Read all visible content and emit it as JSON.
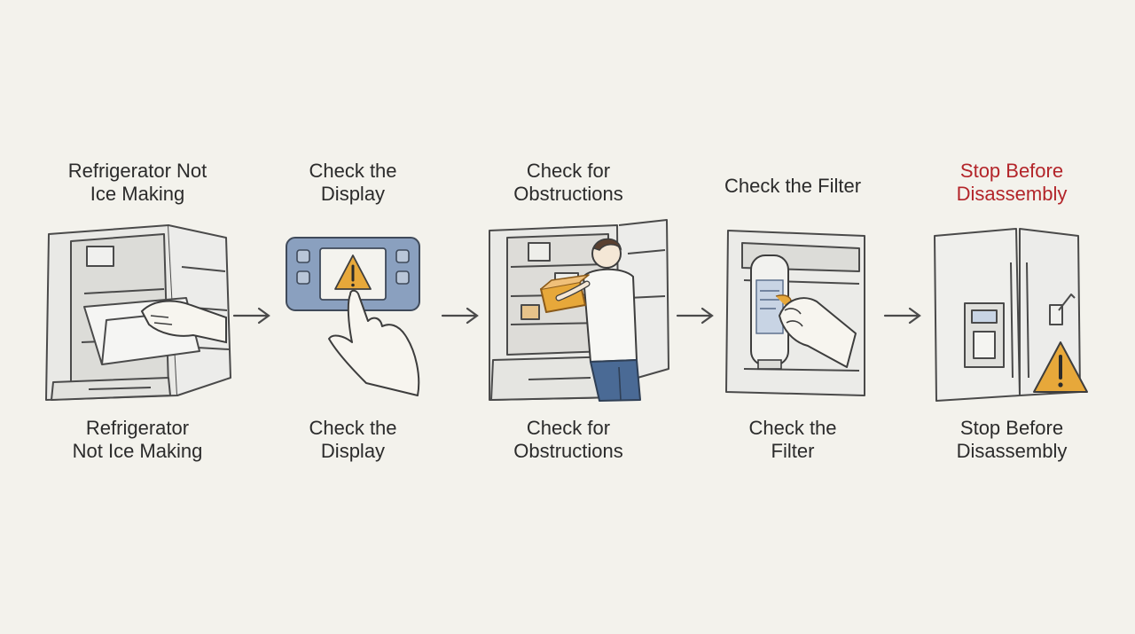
{
  "steps": [
    {
      "title_top": "Refrigerator Not\nIce Making",
      "title_bottom": "Refrigerator\nNot Ice Making"
    },
    {
      "title_top": "Check the\nDisplay",
      "title_bottom": "Check the\nDisplay"
    },
    {
      "title_top": "Check for\nObstructions",
      "title_bottom": "Check for\nObstructions"
    },
    {
      "title_top": "Check the Filter",
      "title_bottom": "Check the\nFilter"
    },
    {
      "title_top": "Stop Before\nDisassembly",
      "title_bottom": "Stop Before\nDisassembly"
    }
  ],
  "colors": {
    "background": "#f3f2ec",
    "ink": "#3a3a3a",
    "alert_text": "#b3252a",
    "warning": "#e7a83a",
    "display_panel": "#8aa0bf",
    "shirt": "#f7f7f4",
    "jeans": "#4a6a95"
  },
  "icons": [
    "open-freezer-drawer-icon",
    "warning-display-icon",
    "person-at-fridge-icon",
    "water-filter-icon",
    "warning-triangle-icon"
  ]
}
